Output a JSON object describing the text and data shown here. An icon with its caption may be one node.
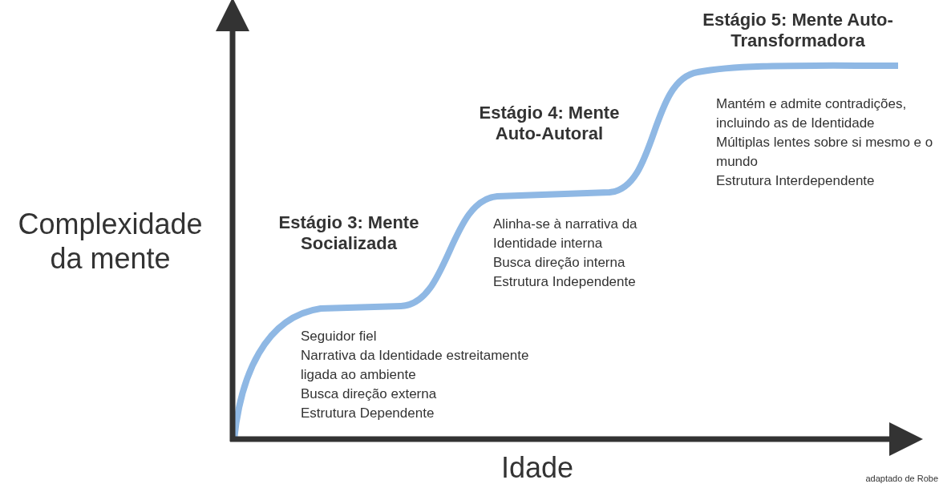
{
  "diagram": {
    "labels": [
      "Complexidade da mente",
      "Estágio 3: Mente Socializada",
      "Seguidor fiel",
      "Narrativa da Identidade estreitamente ligada ao ambiente",
      "Busca direção externa",
      "Estrutura Dependente",
      "Estágio 4: Mente Auto-Autoral",
      "Alinha-se à narrativa da Identidade interna",
      "Busca direção interna",
      "Estrutura Independente",
      "Estágio 5: Mente Auto-Transformadora",
      "Mantém e admite contradições, incluindo as de Identidade",
      "Múltiplas lentes sobre si mesmo e o mundo",
      "Estrutura Interdependente",
      "Idade",
      "adaptado de Robe"
    ]
  }
}
